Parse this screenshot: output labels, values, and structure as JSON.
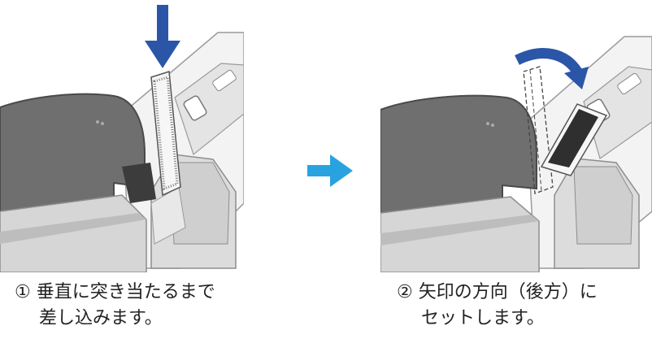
{
  "steps": [
    {
      "number": "①",
      "line1": "垂直に突き当たるまで",
      "line2": "差し込みます。"
    },
    {
      "number": "②",
      "line1": "矢印の方向（後方）に",
      "line2": "セットします。"
    }
  ],
  "colors": {
    "insert_arrow": "#2b56a8",
    "rotate_arrow": "#2b56a8",
    "next_arrow": "#29a3e0",
    "printer_body": "#6f6f6f",
    "printer_dark": "#4a4a4a",
    "support": "#ececec"
  },
  "icons": {
    "insert": "down-arrow-icon",
    "rotate": "curved-arrow-icon",
    "next": "right-arrow-icon"
  }
}
